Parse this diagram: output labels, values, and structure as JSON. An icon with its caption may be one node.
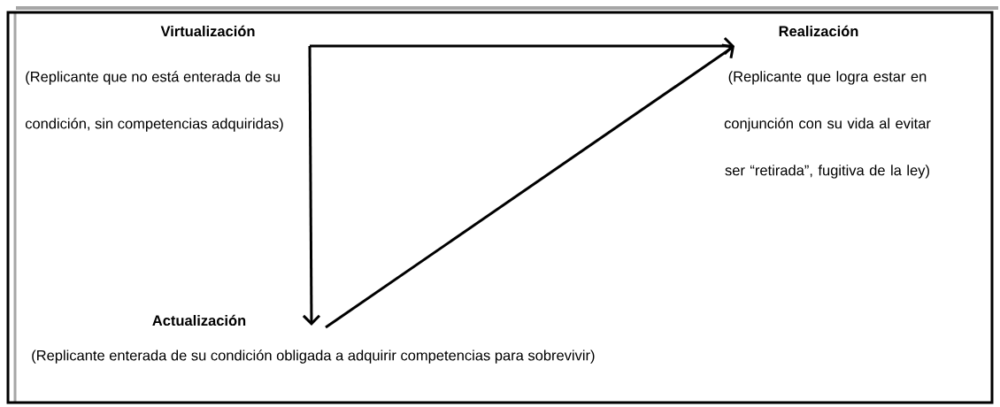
{
  "diagram": {
    "nodes": [
      {
        "text": [
          "Virtualización",
          "(Replicante que no está enterada de su condición, sin competencias adquiridas)"
        ]
      },
      {
        "text": [
          "Realización",
          "(Replicante que logra estar en conjunción con su vida al evitar ser “retirada”, fugitiva de la ley)"
        ]
      },
      {
        "text": [
          "Actualización",
          "(Replicante enterada de su condición obligada a adquirir competencias para sobrevivir)"
        ]
      }
    ],
    "edges": [
      {
        "from": 0,
        "to": 2,
        "arrow": "to"
      },
      {
        "from": 0,
        "to": 1,
        "arrow": "to"
      },
      {
        "from": 2,
        "to": 1,
        "arrow": "to"
      }
    ]
  }
}
